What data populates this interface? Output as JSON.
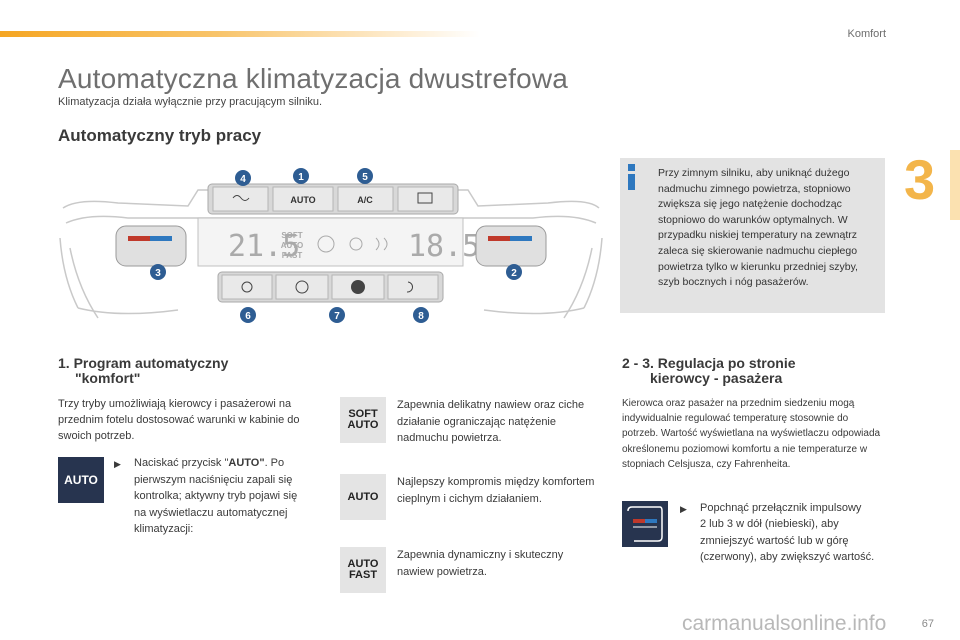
{
  "header": {
    "section": "Komfort",
    "chapter": "3"
  },
  "title": "Automatyczna klimatyzacja dwustrefowa",
  "subtitle": "Klimatyzacja działa wyłącznie przy pracującym silniku.",
  "section_heading": "Automatyczny tryb pracy",
  "dashboard": {
    "left_temp": "21.5",
    "right_temp": "18.5",
    "modes": [
      "SOFT",
      "AUTO",
      "FAST"
    ],
    "top_buttons": [
      "AUTO",
      "A/C"
    ],
    "callouts": [
      "1",
      "2",
      "3",
      "4",
      "5",
      "6",
      "7",
      "8"
    ]
  },
  "info_box": {
    "icon": "info-icon",
    "text": "Przy zimnym silniku, aby uniknąć dużego nadmuchu zimnego powietrza, stopniowo zwiększa się jego natężenie dochodząc stopniowo do warunków optymalnych. W przypadku niskiej temperatury na zewnątrz zaleca się skierowanie nadmuchu ciepłego powietrza tylko w kierunku przedniej szyby, szyb bocznych i nóg pasażerów."
  },
  "left_column": {
    "heading_line1": "1. Program automatyczny",
    "heading_line2": "\"komfort\"",
    "paragraph": "Trzy tryby umożliwiają kierowcy i pasażerowi na przednim fotelu dostosować warunki w kabinie do swoich potrzeb.",
    "badge": "AUTO",
    "bullet_prefix": "Naciskać przycisk \"",
    "bullet_keyword": "AUTO\"",
    "bullet_suffix": ". Po pierwszym naciśnięciu zapali się kontrolka; aktywny tryb pojawi się na wyświetlaczu automatycznej klimatyzacji:"
  },
  "modes": [
    {
      "badge_line1": "SOFT",
      "badge_line2": "AUTO",
      "description": "Zapewnia delikatny nawiew oraz ciche działanie ograniczając natężenie nadmuchu powietrza."
    },
    {
      "badge_line1": "AUTO",
      "badge_line2": "",
      "description": "Najlepszy kompromis między komfortem cieplnym i cichym działaniem."
    },
    {
      "badge_line1": "AUTO",
      "badge_line2": "FAST",
      "description": "Zapewnia dynamiczny i skuteczny nawiew powietrza."
    }
  ],
  "right_column": {
    "heading_line1": "2 - 3. Regulacja po stronie",
    "heading_line2": "kierowcy - pasażera",
    "paragraph": "Kierowca oraz pasażer na przednim siedzeniu mogą indywidualnie regulować temperaturę stosownie do potrzeb. Wartość wyświetlana na wyświetlaczu odpowiada określonemu poziomowi komfortu a nie temperaturze w stopniach Celsjusza, czy Fahrenheita.",
    "bullet_line1": "Popchnąć przełącznik impulsowy",
    "bullet_rest": "2 lub 3 w dół (niebieski), aby zmniejszyć wartość lub w górę (czerwony), aby zwiększyć wartość."
  },
  "footer": {
    "page_number": "67",
    "watermark": "carmanualsonline.info"
  },
  "colors": {
    "accent": "#f5a623",
    "badge_dark": "#27344f",
    "info_blue": "#2e78bf"
  }
}
